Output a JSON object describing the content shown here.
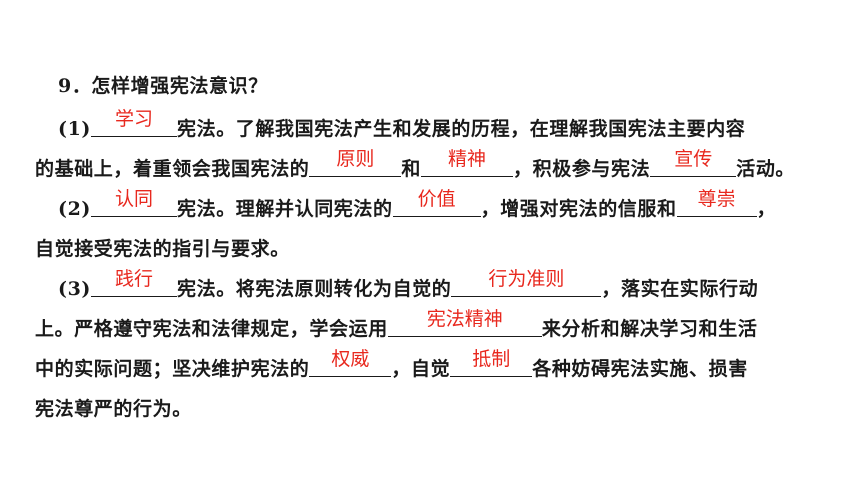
{
  "question": {
    "title": "9．怎样增强宪法意识？"
  },
  "p1": {
    "prefix": "(1)",
    "answer1": "学习",
    "text1": "宪法。了解我国宪法产生和发展的历程，在理解我国宪法主要内容",
    "text2": "的基础上，着重领会我国宪法的",
    "answer2": "原则",
    "text3": "和",
    "answer3": "精神",
    "text4": "，积极参与宪法",
    "answer4": "宣传",
    "text5": "活动。"
  },
  "p2": {
    "prefix": "(2)",
    "answer1": "认同",
    "text1": "宪法。理解并认同宪法的",
    "answer2": "价值",
    "text2": "，增强对宪法的信服和",
    "answer3": "尊崇",
    "text3": "，",
    "text4": "自觉接受宪法的指引与要求。"
  },
  "p3": {
    "prefix": "(3)",
    "answer1": "践行",
    "text1": "宪法。将宪法原则转化为自觉的",
    "answer2": "行为准则",
    "text2": "，落实在实际行动",
    "text3": "上。严格遵守宪法和法律规定，学会运用",
    "answer3": "宪法精神",
    "text4": "来分析和解决学习和生活",
    "text5": "中的实际问题；坚决维护宪法的",
    "answer4": "权威",
    "text6": "，自觉",
    "answer5": "抵制",
    "text7": "各种妨碍宪法实施、损害",
    "text8": "宪法尊严的行为。"
  }
}
